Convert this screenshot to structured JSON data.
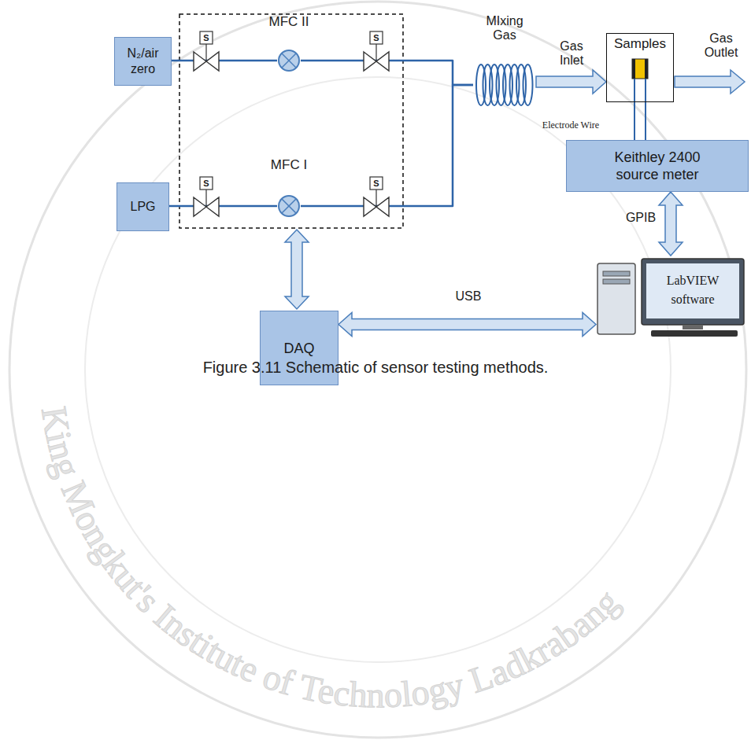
{
  "diagram": {
    "caption": "Figure 3.11 Schematic of sensor testing methods.",
    "nodes": [
      {
        "text": [
          "N₂/air zero"
        ]
      },
      {
        "text": [
          "LPG"
        ]
      },
      {
        "text": [
          "MFC II"
        ]
      },
      {
        "text": [
          "MFC I"
        ]
      },
      {
        "text": [
          "MIxing Gas"
        ]
      },
      {
        "text": [
          "Samples"
        ]
      },
      {
        "text": [
          "Keithley 2400 source meter"
        ]
      },
      {
        "text": [
          "DAQ"
        ]
      },
      {
        "text": [
          "LabVIEW software"
        ]
      }
    ],
    "edges": [
      {
        "from": 0,
        "to": 2,
        "arrow": "none"
      },
      {
        "from": 1,
        "to": 3,
        "arrow": "none"
      },
      {
        "from": 2,
        "to": 4,
        "arrow": "none"
      },
      {
        "from": 3,
        "to": 4,
        "arrow": "none"
      },
      {
        "from": 4,
        "to": 5,
        "label": "Gas Inlet",
        "arrow": "to"
      },
      {
        "from": 5,
        "to": 6,
        "label": "Electrode Wire",
        "arrow": "none"
      },
      {
        "from": 6,
        "to": 8,
        "label": "GPIB",
        "arrow": "both"
      },
      {
        "from": 7,
        "to": 8,
        "label": "USB",
        "arrow": "both"
      }
    ],
    "labels": [
      "S",
      "S",
      "S",
      "S",
      "Gas Outlet",
      "King Mongkut's Institute of Technology Ladkrabang"
    ]
  }
}
